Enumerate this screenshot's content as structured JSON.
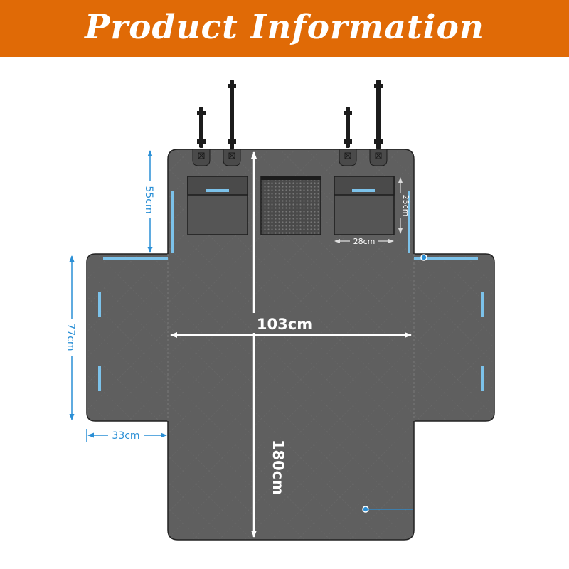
{
  "banner": {
    "title": "Product Information",
    "color": "#e06a06"
  },
  "product": {
    "fabric_color": "#5f5f5f",
    "accent_color": "#7cc2ea",
    "dimension_line_color": "#2a8fd6"
  },
  "dimensions": {
    "width": "103cm",
    "length": "180cm",
    "flap_height": "55cm",
    "side_flap_length": "77cm",
    "side_flap_width": "33cm",
    "pocket_width": "28cm",
    "pocket_height": "25cm"
  },
  "icons": [
    "headrest-strap-icon",
    "mesh-pocket-icon",
    "storage-pocket-icon",
    "seat-anchor-icon"
  ]
}
